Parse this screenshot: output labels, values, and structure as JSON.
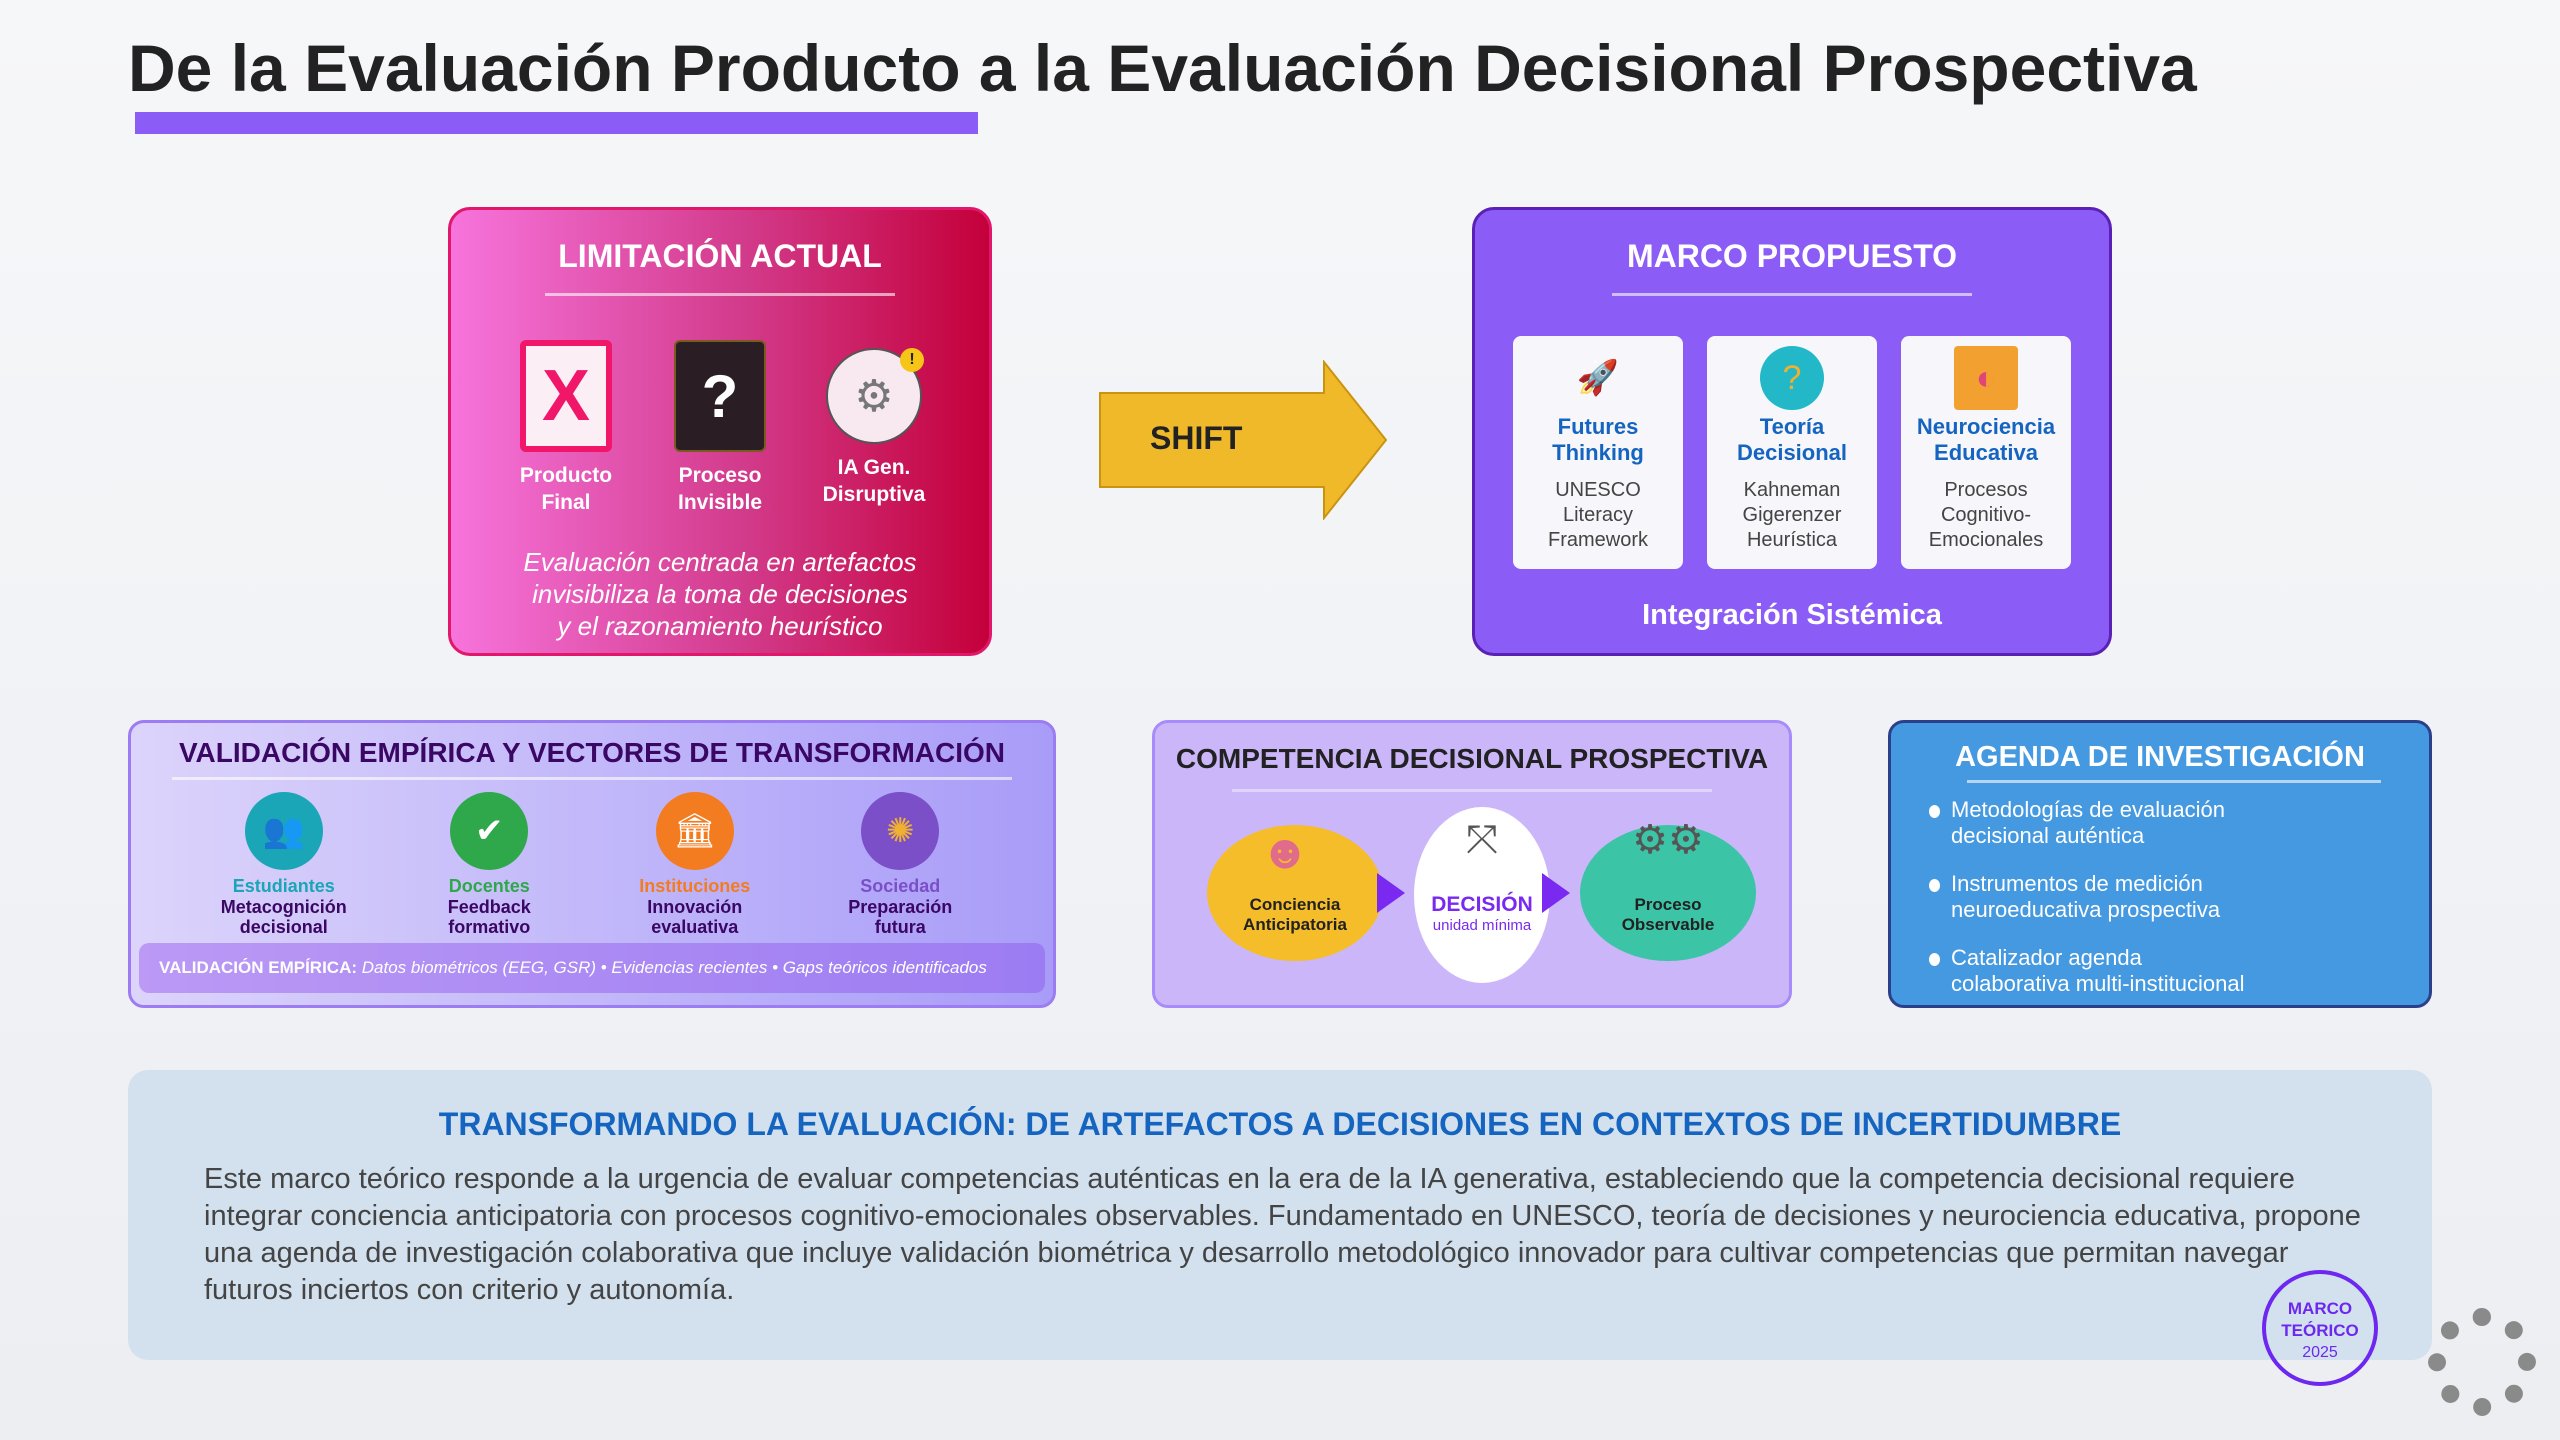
{
  "title": "De la Evaluación Producto a la Evaluación Decisional Prospectiva",
  "limitacion": {
    "title": "LIMITACIÓN ACTUAL",
    "items": [
      {
        "icon": "x-mark-icon",
        "l1": "Producto",
        "l2": "Final"
      },
      {
        "icon": "question-icon",
        "l1": "Proceso",
        "l2": "Invisible"
      },
      {
        "icon": "ai-head-icon",
        "l1": "IA Gen.",
        "l2": "Disruptiva"
      }
    ],
    "d1": "Evaluación centrada en artefactos",
    "d2": "invisibiliza la toma de decisiones",
    "d3": "y el razonamiento heurístico"
  },
  "shift": "SHIFT",
  "marco": {
    "title": "MARCO PROPUESTO",
    "cards": [
      {
        "t1": "Futures",
        "t2": "Thinking",
        "d1": "UNESCO",
        "d2": "Literacy",
        "d3": "Framework"
      },
      {
        "t1": "Teoría",
        "t2": "Decisional",
        "d1": "Kahneman",
        "d2": "Gigerenzer",
        "d3": "Heurística"
      },
      {
        "t1": "Neurociencia",
        "t2": "Educativa",
        "d1": "Procesos",
        "d2": "Cognitivo-",
        "d3": "Emocionales"
      }
    ],
    "footer": "Integración Sistémica"
  },
  "validacion": {
    "title": "VALIDACIÓN EMPÍRICA Y VECTORES DE TRANSFORMACIÓN",
    "items": [
      {
        "name": "Estudiantes",
        "d1": "Metacognición",
        "d2": "decisional",
        "color": "#1aa6b7"
      },
      {
        "name": "Docentes",
        "d1": "Feedback",
        "d2": "formativo",
        "color": "#2ea84a"
      },
      {
        "name": "Instituciones",
        "d1": "Innovación",
        "d2": "evaluativa",
        "color": "#f47c20"
      },
      {
        "name": "Sociedad",
        "d1": "Preparación",
        "d2": "futura",
        "color": "#7a4fc8"
      }
    ],
    "strip_label": "VALIDACIÓN EMPÍRICA:",
    "strip_text": "Datos biométricos (EEG, GSR) • Evidencias recientes • Gaps teóricos identificados"
  },
  "competencia": {
    "title": "COMPETENCIA DECISIONAL PROSPECTIVA",
    "n1a": "Conciencia",
    "n1b": "Anticipatoria",
    "n2": "DECISIÓN",
    "n2sub": "unidad mínima",
    "n3a": "Proceso",
    "n3b": "Observable"
  },
  "agenda": {
    "title": "AGENDA DE INVESTIGACIÓN",
    "items": [
      {
        "a": "Metodologías de evaluación",
        "b": "decisional auténtica"
      },
      {
        "a": "Instrumentos de medición",
        "b": "neuroeducativa prospectiva"
      },
      {
        "a": "Catalizador agenda",
        "b": "colaborativa multi-institucional"
      }
    ]
  },
  "bottom": {
    "title": "TRANSFORMANDO LA EVALUACIÓN: DE ARTEFACTOS A DECISIONES EN CONTEXTOS DE INCERTIDUMBRE",
    "text": "Este marco teórico responde a la urgencia de evaluar competencias auténticas en la era de la IA generativa, estableciendo que la competencia decisional requiere integrar conciencia anticipatoria con procesos cognitivo-emocionales observables. Fundamentado en UNESCO, teoría de decisiones y neurociencia educativa, propone una agenda de investigación colaborativa que incluye validación biométrica y desarrollo metodológico innovador para cultivar competencias que permitan navegar futuros inciertos con criterio y autonomía."
  },
  "stamp": {
    "l1": "MARCO",
    "l2": "TEÓRICO",
    "l3": "2025"
  }
}
